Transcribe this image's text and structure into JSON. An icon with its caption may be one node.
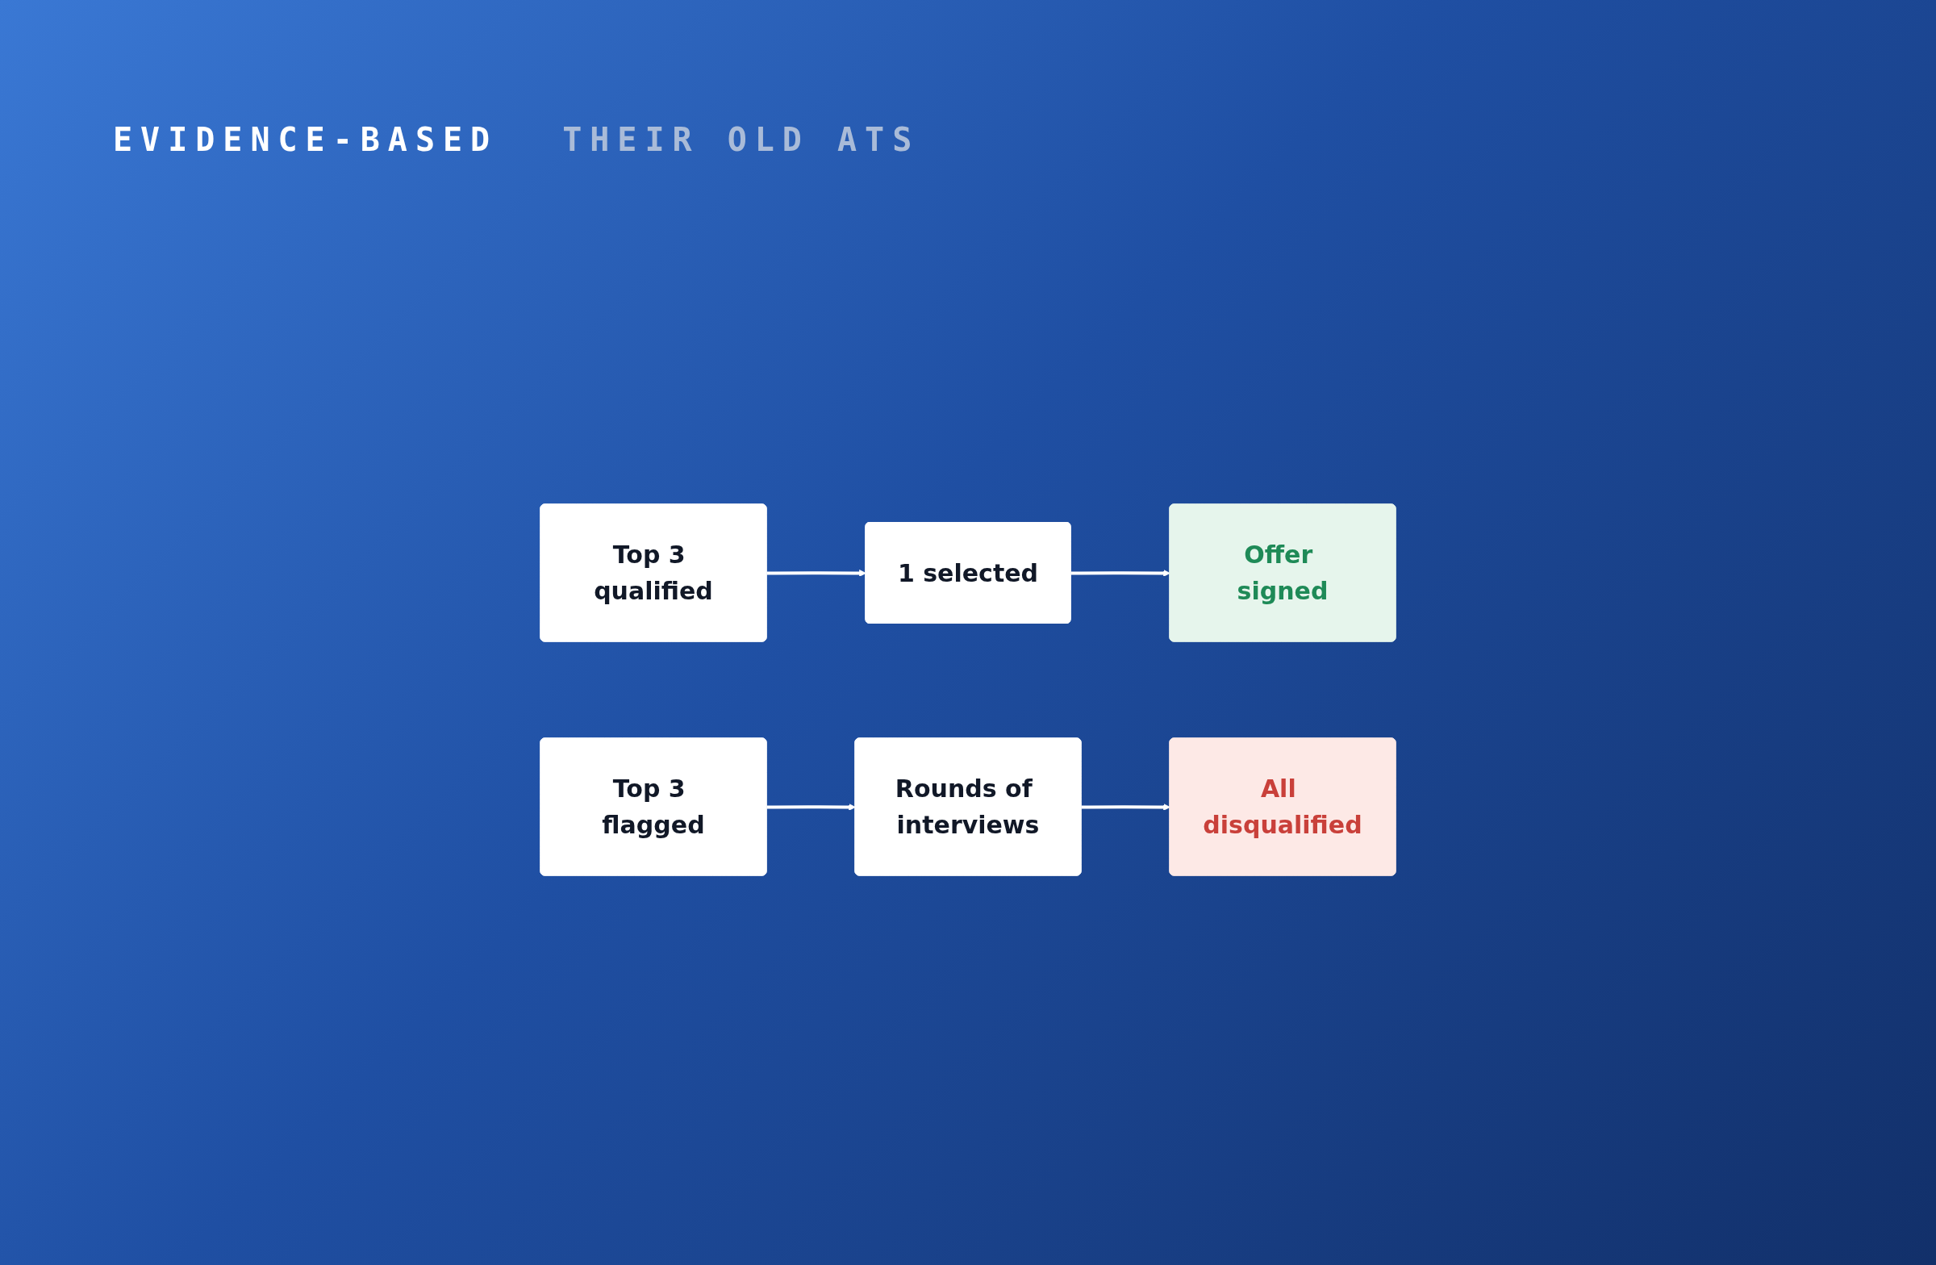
{
  "diagram": {
    "nodes": [
      {
        "text": [
          "Top 3 qualified"
        ]
      },
      {
        "text": [
          "1 selected"
        ]
      },
      {
        "text": [
          "Offer signed"
        ]
      },
      {
        "text": [
          "Top 3 flagged"
        ]
      },
      {
        "text": [
          "Rounds of interviews"
        ]
      },
      {
        "text": [
          "All disqualified"
        ]
      }
    ],
    "edges": [
      {
        "from": 0,
        "to": 1,
        "arrow": "to"
      },
      {
        "from": 1,
        "to": 2,
        "arrow": "to"
      },
      {
        "from": 3,
        "to": 4,
        "arrow": "to"
      },
      {
        "from": 4,
        "to": 5,
        "arrow": "to"
      }
    ],
    "labels": [
      "EVIDENCE-BASED",
      "THEIR OLD ATS"
    ]
  }
}
